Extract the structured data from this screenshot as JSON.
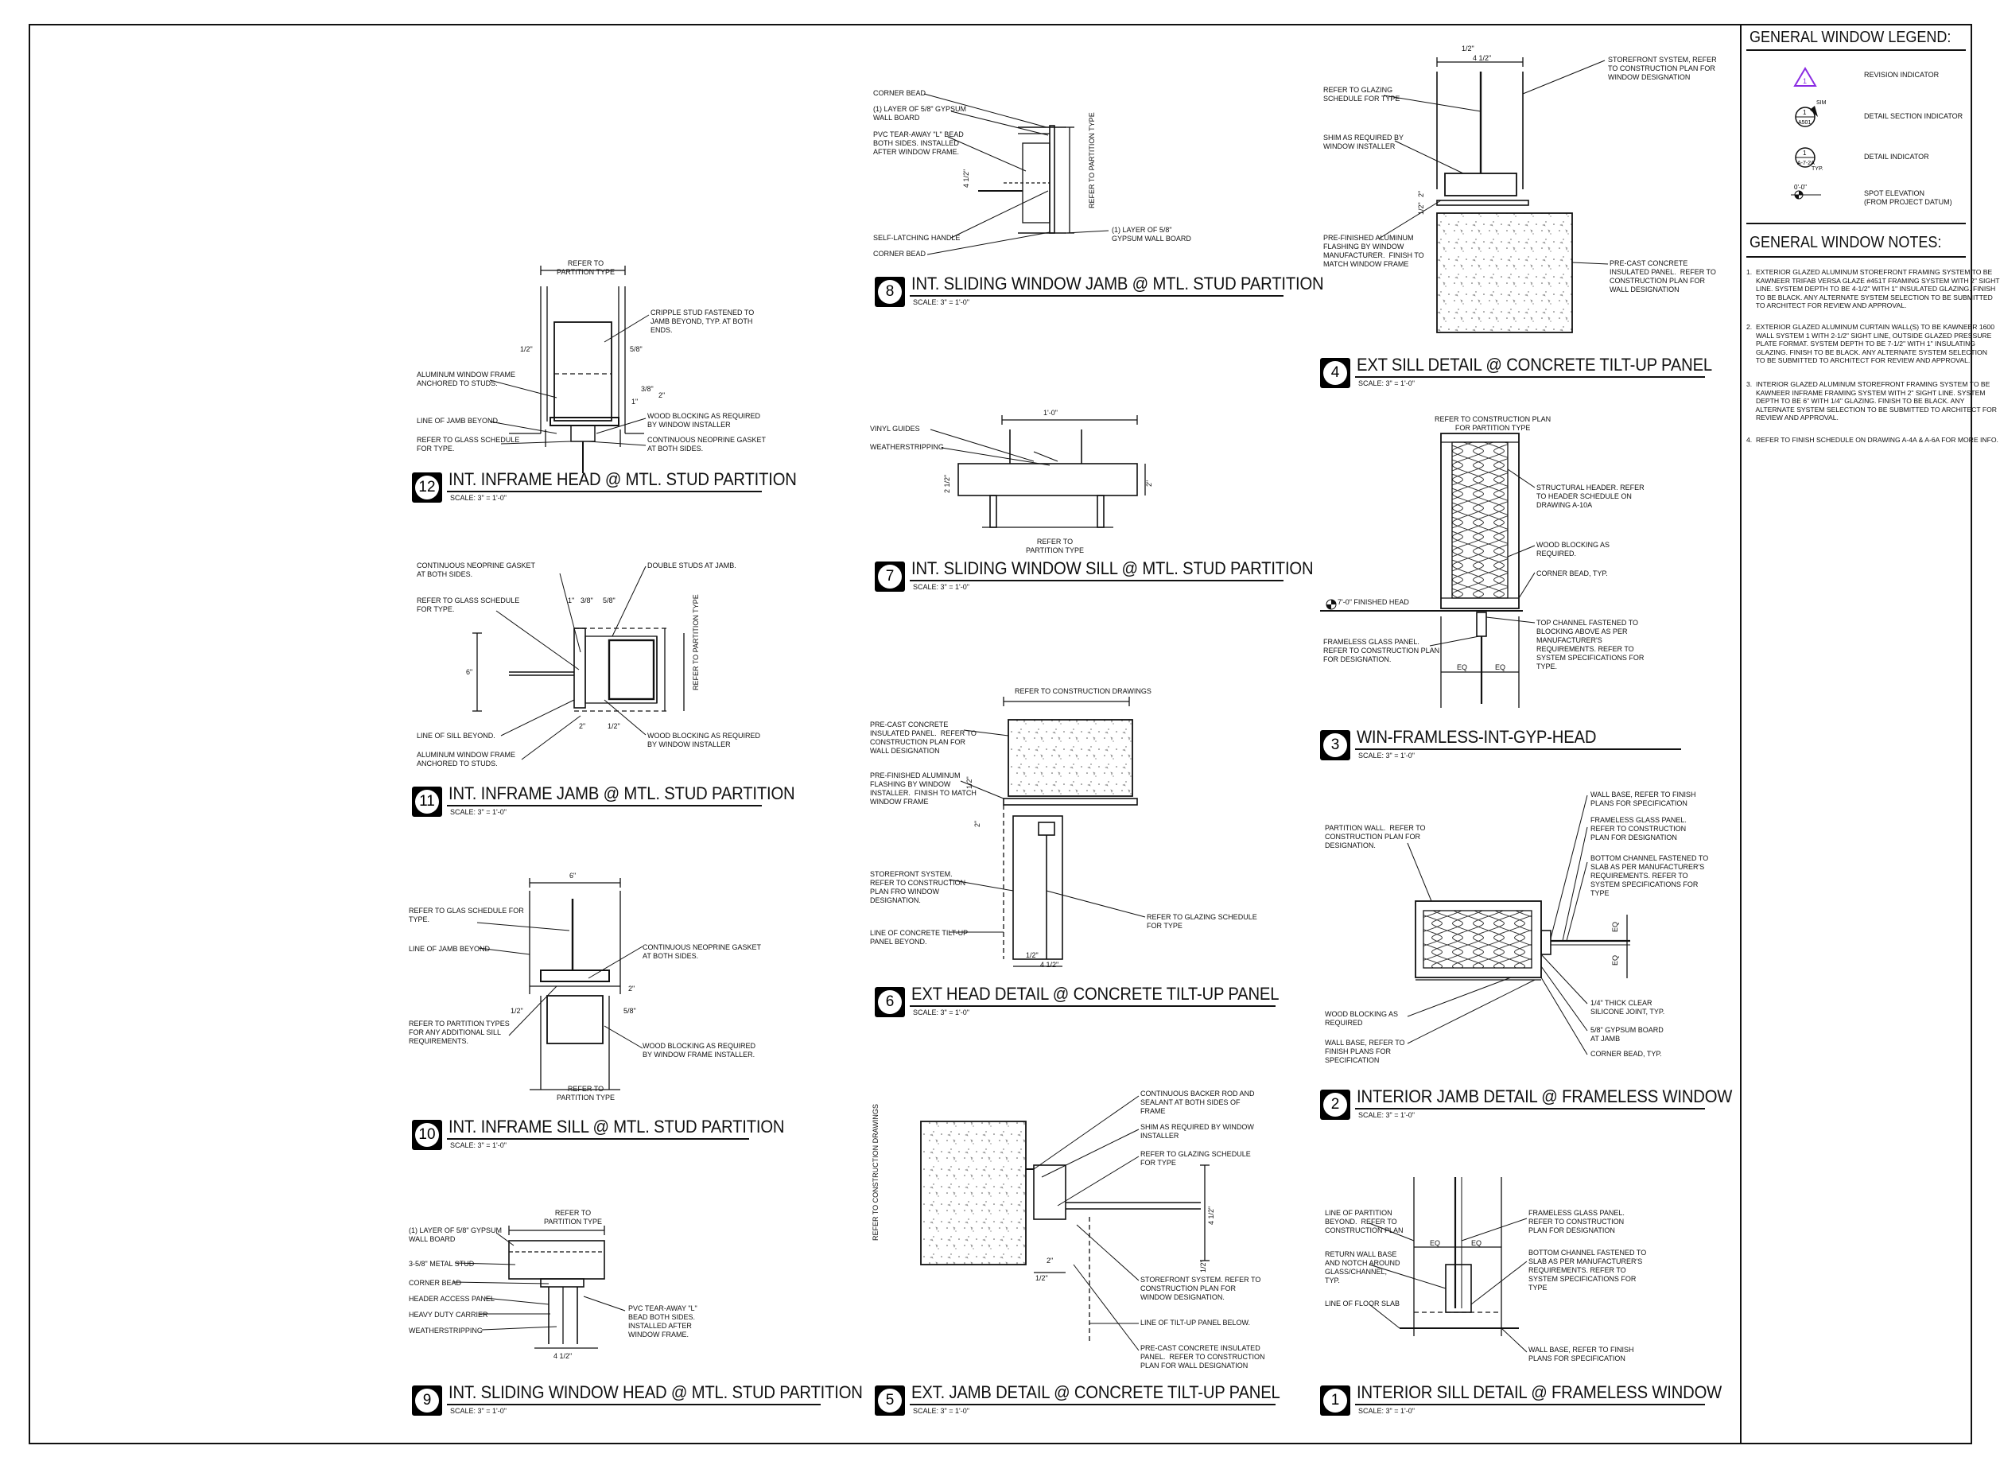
{
  "sheet": {
    "legend": {
      "title": "GENERAL WINDOW LEGEND:",
      "items": [
        {
          "symbol": "triangle-revision-icon",
          "label": "REVISION INDICATOR"
        },
        {
          "symbol": "detail-section-icon",
          "label": "DETAIL SECTION INDICATOR",
          "tag_top": "SIM",
          "tag_num": "1",
          "tag_ref": "A-501"
        },
        {
          "symbol": "detail-indicator-icon",
          "label": "DETAIL INDICATOR",
          "tag_num": "1",
          "tag_ref": "A-7-2A",
          "tag_suffix": "TYP."
        },
        {
          "symbol": "spot-elevation-icon",
          "label": "SPOT ELEVATION\n(FROM PROJECT DATUM)",
          "tag_value": "0'-0\""
        }
      ]
    },
    "notes": {
      "title": "GENERAL WINDOW NOTES:",
      "items": [
        "1.  EXTERIOR GLAZED ALUMINUM STOREFRONT FRAMING SYSTEM TO BE\n     KAWNEER TRIFAB VERSA GLAZE #451T FRAMING SYSTEM WITH 2\" SIGHT\n     LINE. SYSTEM DEPTH TO BE 4-1/2\" WITH 1\" INSULATED GLAZING. FINISH\n     TO BE BLACK. ANY ALTERNATE SYSTEM SELECTION TO BE SUBMITTED\n     TO ARCHITECT FOR REVIEW AND APPROVAL.",
        "2.  EXTERIOR GLAZED ALUMINUM CURTAIN WALL(S) TO BE KAWNEER 1600\n     WALL SYSTEM 1 WITH 2-1/2\" SIGHT LINE, OUTSIDE GLAZED PRESSURE\n     PLATE FORMAT. SYSTEM DEPTH TO BE 7-1/2\" WITH 1\" INSULATING\n     GLAZING. FINISH TO BE BLACK. ANY ALTERNATE SYSTEM SELECTION\n     TO BE SUBMITTED TO ARCHITECT FOR REVIEW AND APPROVAL.",
        "3.  INTERIOR GLAZED ALUMINUM STOREFRONT FRAMING SYSTEM TO BE\n     KAWNEER INFRAME FRAMING SYSTEM WITH 2\" SIGHT LINE. SYSTEM\n     DEPTH TO BE 6\" WITH 1/4\" GLAZING. FINISH TO BE BLACK. ANY\n     ALTERNATE SYSTEM SELECTION TO BE SUBMITTED TO ARCHITECT FOR\n     REVIEW AND APPROVAL.",
        "4.  REFER TO FINISH SCHEDULE ON DRAWING A-4A & A-6A FOR MORE INFO."
      ]
    },
    "scale_text": "SCALE:  3\" = 1'-0\"",
    "details": [
      {
        "num": "12",
        "title": "INT. INFRAME HEAD @  MTL. STUD PARTITION"
      },
      {
        "num": "11",
        "title": "INT. INFRAME JAMB @  MTL. STUD PARTITION"
      },
      {
        "num": "10",
        "title": "INT. INFRAME SILL @ MTL. STUD PARTITION"
      },
      {
        "num": "9",
        "title": "INT. SLIDING WINDOW HEAD @ MTL. STUD PARTITION"
      },
      {
        "num": "8",
        "title": "INT. SLIDING WINDOW JAMB @ MTL. STUD PARTITION"
      },
      {
        "num": "7",
        "title": "INT. SLIDING WINDOW SILL @ MTL. STUD PARTITION"
      },
      {
        "num": "6",
        "title": "EXT HEAD DETAIL @ CONCRETE TILT-UP PANEL"
      },
      {
        "num": "5",
        "title": "EXT. JAMB DETAIL @  CONCRETE TILT-UP PANEL"
      },
      {
        "num": "4",
        "title": "EXT SILL DETAIL @  CONCRETE TILT-UP PANEL"
      },
      {
        "num": "3",
        "title": "WIN-FRAMLESS-INT-GYP-HEAD"
      },
      {
        "num": "2",
        "title": "INTERIOR JAMB DETAIL @ FRAMELESS WINDOW"
      },
      {
        "num": "1",
        "title": "INTERIOR SILL DETAIL @ FRAMELESS WINDOW"
      }
    ],
    "annotations": {
      "d12": [
        "REFER TO\nPARTITION TYPE",
        "CRIPPLE STUD FASTENED TO\nJAMB BEYOND, TYP. AT BOTH\nENDS.",
        "ALUMINUM WINDOW FRAME\nANCHORED TO STUDS.",
        "LINE OF JAMB BEYOND.",
        "REFER TO GLASS SCHEDULE\nFOR TYPE.",
        "WOOD BLOCKING AS REQUIRED\nBY WINDOW INSTALLER",
        "CONTINUOUS NEOPRINE GASKET\nAT BOTH SIDES.",
        "1/2\"",
        "5/8\"",
        "3/8\"",
        "2\"",
        "1\""
      ],
      "d11": [
        "CONTINUOUS NEOPRINE GASKET\nAT BOTH SIDES.",
        "DOUBLE STUDS AT JAMB.",
        "REFER TO GLASS SCHEDULE\nFOR TYPE.",
        "LINE OF SILL BEYOND.",
        "ALUMINUM WINDOW FRAME\nANCHORED TO STUDS.",
        "WOOD BLOCKING AS REQUIRED\nBY WINDOW INSTALLER",
        "REFER TO\nPARTITION TYPE",
        "1\"",
        "3/8\"",
        "5/8\"",
        "2\"",
        "6\"",
        "1/2\""
      ],
      "d10": [
        "6\"",
        "REFER TO GLAS SCHEDULE FOR\nTYPE.",
        "LINE OF JAMB BEYOND",
        "CONTINUOUS NEOPRINE GASKET\nAT BOTH SIDES.",
        "REFER TO PARTITION TYPES\nFOR ANY ADDITIONAL SILL\nREQUIREMENTS.",
        "WOOD BLOCKING AS REQUIRED\nBY WINDOW FRAME INSTALLER.",
        "REFER TO\nPARTITION TYPE",
        "1/2\"",
        "5/8\"",
        "2\""
      ],
      "d9": [
        "REFER TO\nPARTITION TYPE",
        "(1) LAYER OF 5/8\" GYPSUM\nWALL BOARD",
        "3-5/8\" METAL STUD",
        "CORNER BEAD",
        "HEADER ACCESS PANEL",
        "HEAVY DUTY CARRIER",
        "WEATHERSTRIPPING",
        "PVC TEAR-AWAY \"L\"\nBEAD BOTH SIDES.\nINSTALLED AFTER\nWINDOW FRAME.",
        "4 1/2\""
      ],
      "d8": [
        "CORNER BEAD",
        "(1) LAYER OF 5/8\" GYPSUM\nWALL BOARD",
        "PVC TEAR-AWAY \"L\" BEAD\nBOTH SIDES. INSTALLED\nAFTER WINDOW FRAME.",
        "SELF-LATCHING HANDLE",
        "CORNER BEAD",
        "(1) LAYER OF 5/8\"\nGYPSUM WALL BOARD",
        "REFER TO\nPARTITION TYPE",
        "4 1/2\""
      ],
      "d7": [
        "VINYL GUIDES",
        "WEATHERSTRIPPING",
        "1'-0\"",
        "REFER TO\nPARTITION TYPE",
        "2 1/2\"",
        "2\""
      ],
      "d6": [
        "REFER TO CONSTRUCTION DRAWINGS",
        "PRE-CAST CONCRETE\nINSULATED PANEL.  REFER TO\nCONSTRUCTION PLAN FOR\nWALL DESIGNATION",
        "PRE-FINISHED ALUMINUM\nFLASHING BY WINDOW\nINSTALLER.  FINISH TO MATCH\nWINDOW FRAME",
        "STOREFRONT SYSTEM.\nREFER TO CONSTRUCTION\nPLAN FRO WINDOW\nDESIGNATION.",
        "LINE OF CONCRETE TILT-UP\nPANEL BEYOND.",
        "REFER TO GLAZING SCHEDULE\nFOR TYPE",
        "1/2\"",
        "4 1/2\"",
        "2\"",
        "1/2\""
      ],
      "d5": [
        "REFER TO CONSTRUCTION DRAWINGS",
        "CONTINUOUS BACKER ROD AND\nSEALANT AT BOTH SIDES OF\nFRAME",
        "SHIM AS REQUIRED BY WINDOW\nINSTALLER",
        "REFER TO GLAZING SCHEDULE\nFOR TYPE",
        "STOREFRONT SYSTEM. REFER TO\nCONSTRUCTION PLAN FOR\nWINDOW DESIGNATION.",
        "LINE OF TILT-UP PANEL BELOW.",
        "PRE-CAST CONCRETE INSULATED\nPANEL.  REFER TO CONSTRUCTION\nPLAN FOR WALL DESIGNATION",
        "4 1/2\"",
        "2\"",
        "1/2\"",
        "1/2\""
      ],
      "d4": [
        "1/2\"",
        "4 1/2\"",
        "STOREFRONT SYSTEM, REFER\nTO CONSTRUCTION PLAN FOR\nWINDOW DESIGNATION",
        "REFER TO GLAZING\nSCHEDULE FOR TYPE",
        "SHIM AS REQUIRED BY\nWINDOW INSTALLER",
        "PRE-FINISHED ALUMINUM\nFLASHING BY WINDOW\nMANUFACTURER.  FINISH TO\nMATCH WINDOW FRAME",
        "PRE-CAST CONCRETE\nINSULATED PANEL.  REFER TO\nCONSTRUCTION PLAN FOR\nWALL DESIGNATION",
        "2\"",
        "1/2\""
      ],
      "d3": [
        "REFER TO CONSTRUCTION PLAN\nFOR PARTITION TYPE",
        "STRUCTURAL HEADER. REFER\nTO HEADER SCHEDULE ON\nDRAWING A-10A",
        "WOOD BLOCKING AS\nREQUIRED.",
        "CORNER BEAD, TYP.",
        "7'-0\" FINISHED HEAD",
        "FRAMELESS GLASS PANEL.\nREFER TO CONSTRUCTION PLAN\nFOR DESIGNATION.",
        "TOP CHANNEL FASTENED TO\nBLOCKING ABOVE AS PER\nMANUFACTURER'S\nREQUIREMENTS. REFER TO\nSYSTEM SPECIFICATIONS FOR\nTYPE.",
        "EQ",
        "EQ"
      ],
      "d2": [
        "WALL BASE, REFER TO FINISH\nPLANS FOR SPECIFICATION",
        "FRAMELESS GLASS PANEL.\nREFER TO CONSTRUCTION\nPLAN FOR DESIGNATION",
        "PARTITION WALL.  REFER TO\nCONSTRUCTION PLAN FOR\nDESIGNATION.",
        "BOTTOM CHANNEL FASTENED TO\nSLAB AS PER MANUFACTURER'S\nREQUIREMENTS. REFER TO\nSYSTEM SPECIFICATIONS FOR\nTYPE",
        "WOOD BLOCKING AS\nREQUIRED",
        "WALL BASE, REFER TO\nFINISH PLANS FOR\nSPECIFICATION",
        "1/4\" THICK CLEAR\nSILICONE JOINT, TYP.",
        "5/8\" GYPSUM BOARD\nAT JAMB",
        "CORNER BEAD, TYP.",
        "EQ",
        "EQ"
      ],
      "d1": [
        "LINE OF PARTITION\nBEYOND.  REFER TO\nCONSTRUCTION PLAN",
        "FRAMELESS GLASS PANEL.\nREFER TO CONSTRUCTION\nPLAN FOR DESIGNATION",
        "RETURN WALL BASE\nAND NOTCH AROUND\nGLASS/CHANNEL,\nTYP.",
        "BOTTOM CHANNEL FASTENED TO\nSLAB AS PER MANUFACTURER'S\nREQUIREMENTS. REFER TO\nSYSTEM SPECIFICATIONS FOR\nTYPE",
        "LINE OF FLOOR SLAB",
        "WALL BASE, REFER TO FINISH\nPLANS FOR SPECIFICATION",
        "EQ",
        "EQ"
      ]
    }
  }
}
